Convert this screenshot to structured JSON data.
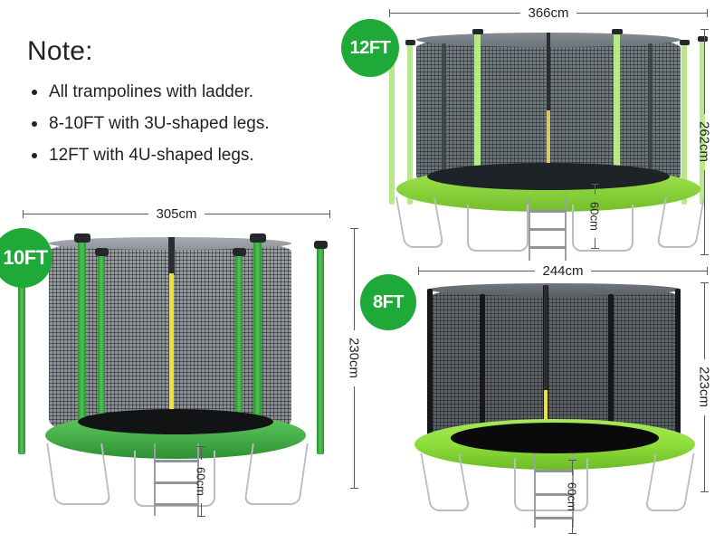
{
  "note": {
    "title": "Note:",
    "items": [
      "All trampolines with ladder.",
      "8-10FT with 3U-shaped legs.",
      "12FT with 4U-shaped legs."
    ]
  },
  "products": [
    {
      "id": "12ft",
      "badge": "12FT",
      "width": "366cm",
      "height": "262cm",
      "ladder_height": "60cm",
      "pad_color": "#8ed63f",
      "pole_color": "#b7e98a",
      "net_color": "#6f7a7f"
    },
    {
      "id": "10ft",
      "badge": "10FT",
      "width": "305cm",
      "height": "230cm",
      "ladder_height": "60cm",
      "pad_color": "#49b24c",
      "pole_color": "#3faa3f",
      "net_color": "#8d9398"
    },
    {
      "id": "8ft",
      "badge": "8FT",
      "width": "244cm",
      "height": "223cm",
      "ladder_height": "60cm",
      "pad_color": "#8ede3c",
      "pole_color": "#1b1c1e",
      "net_color": "#5b6166"
    }
  ],
  "colors": {
    "badge_green": "#1fa939",
    "dimension_line": "#5a5a5a",
    "text": "#222222",
    "background": "#ffffff"
  }
}
